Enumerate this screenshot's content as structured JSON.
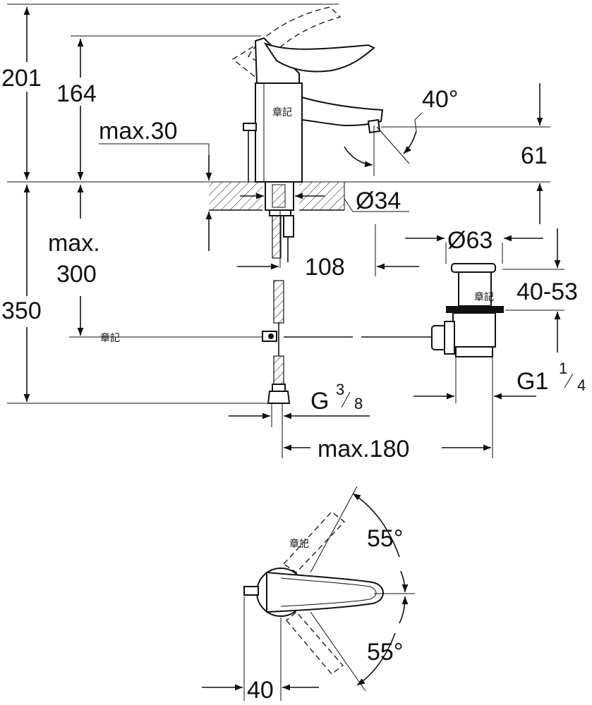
{
  "dimensions": {
    "total_height": "201",
    "spout_height": "164",
    "max_30": "max.30",
    "angle_40": "40°",
    "dim_61": "61",
    "dia_34": "Ø34",
    "max_300_a": "max.",
    "max_300_b": "300",
    "dim_108": "108",
    "dia_63": "Ø63",
    "range_40_53": "40-53",
    "dim_350": "350",
    "g1_main": "G1",
    "g1_num": "1",
    "g1_den": "4",
    "g_main": "G",
    "g_num": "3",
    "g_den": "8",
    "max_180": "max.180",
    "angle_55_top": "55°",
    "angle_55_bottom": "55°",
    "dim_40": "40"
  },
  "watermarks": {
    "wm1": "章記",
    "wm2": "章記",
    "wm3": "章記",
    "wm4": "章記"
  }
}
